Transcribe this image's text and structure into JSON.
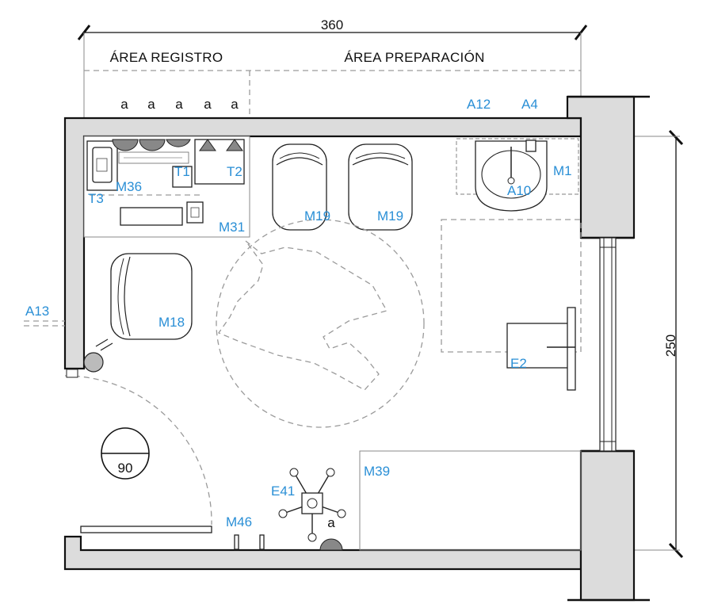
{
  "dimensions": {
    "width_label": "360",
    "height_label": "250"
  },
  "areas": {
    "registro": "ÁREA REGISTRO",
    "preparacion": "ÁREA PREPARACIÓN"
  },
  "sockets": [
    "a",
    "a",
    "a",
    "a",
    "a",
    "a"
  ],
  "labels": {
    "A12": "A12",
    "A4": "A4",
    "M1": "M1",
    "A10": "A10",
    "T1": "T1",
    "T2": "T2",
    "T3": "T3",
    "M36": "M36",
    "M31": "M31",
    "M19a": "M19",
    "M19b": "M19",
    "A13": "A13",
    "M18": "M18",
    "E2": "E2",
    "M39": "M39",
    "E41": "E41",
    "M46": "M46"
  },
  "door_badge": "90",
  "colors": {
    "label": "#2a8fd6",
    "wall_fill": "#dcdcdc",
    "dashed": "#9a9a9a"
  }
}
